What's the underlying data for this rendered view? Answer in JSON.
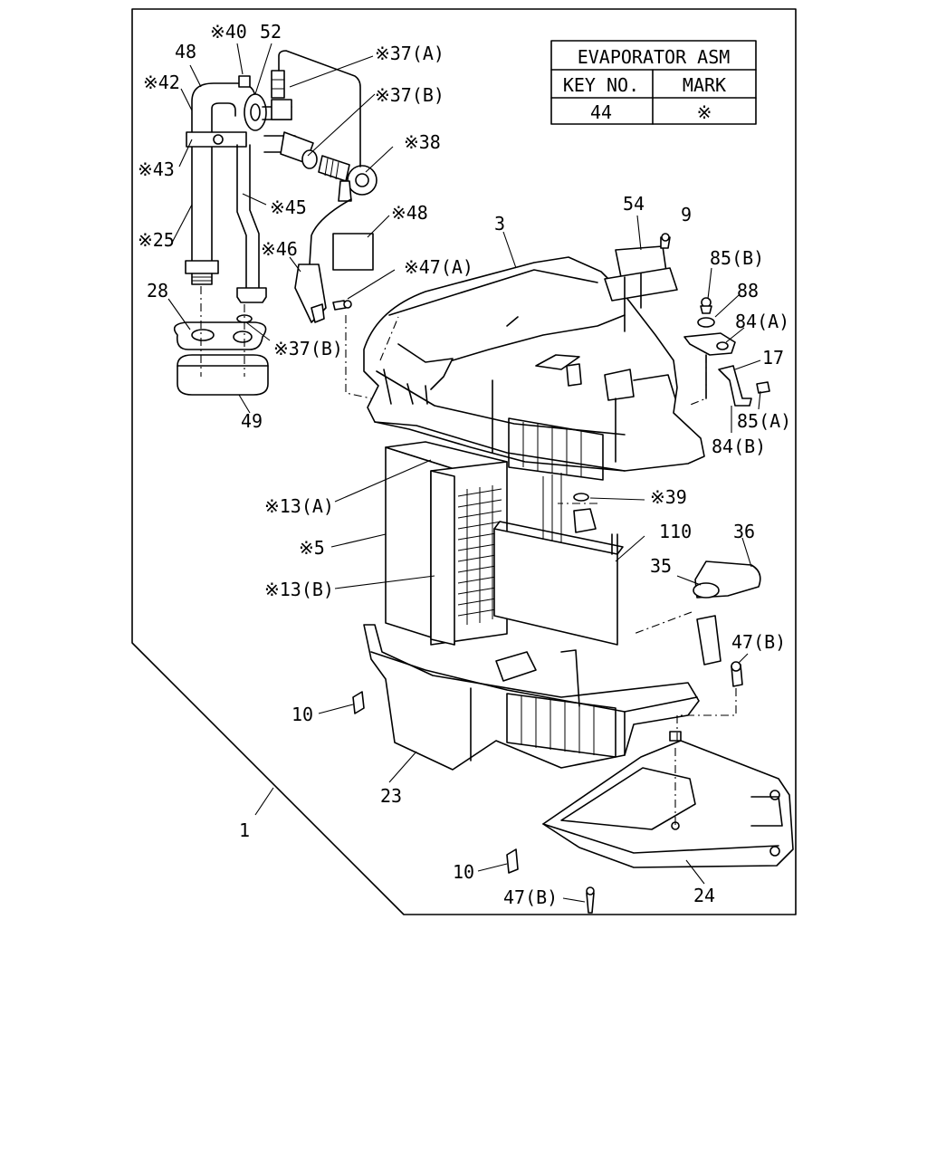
{
  "table": {
    "title": "EVAPORATOR ASM",
    "col_key": "KEY NO.",
    "col_mark": "MARK",
    "key_no": "44",
    "mark": "※"
  },
  "callouts": [
    {
      "id": "c40",
      "text": "※40"
    },
    {
      "id": "c52",
      "text": "52"
    },
    {
      "id": "c37a",
      "text": "※37(A)"
    },
    {
      "id": "c48top",
      "text": "48"
    },
    {
      "id": "c42",
      "text": "※42"
    },
    {
      "id": "c37b_top",
      "text": "※37(B)"
    },
    {
      "id": "c38",
      "text": "※38"
    },
    {
      "id": "c43",
      "text": "※43"
    },
    {
      "id": "c45",
      "text": "※45"
    },
    {
      "id": "c48mid",
      "text": "※48"
    },
    {
      "id": "c3",
      "text": "3"
    },
    {
      "id": "c54",
      "text": "54"
    },
    {
      "id": "c9",
      "text": "9"
    },
    {
      "id": "c25",
      "text": "※25"
    },
    {
      "id": "c46",
      "text": "※46"
    },
    {
      "id": "c47a",
      "text": "※47(A)"
    },
    {
      "id": "c85b",
      "text": "85(B)"
    },
    {
      "id": "c28",
      "text": "28"
    },
    {
      "id": "c88",
      "text": "88"
    },
    {
      "id": "c37b_low",
      "text": "※37(B)"
    },
    {
      "id": "c84a",
      "text": "84(A)"
    },
    {
      "id": "c17",
      "text": "17"
    },
    {
      "id": "c49",
      "text": "49"
    },
    {
      "id": "c85a",
      "text": "85(A)"
    },
    {
      "id": "c84b",
      "text": "84(B)"
    },
    {
      "id": "c39",
      "text": "※39"
    },
    {
      "id": "c13a",
      "text": "※13(A)"
    },
    {
      "id": "c110",
      "text": "110"
    },
    {
      "id": "c36",
      "text": "36"
    },
    {
      "id": "c5",
      "text": "※5"
    },
    {
      "id": "c35",
      "text": "35"
    },
    {
      "id": "c13b",
      "text": "※13(B)"
    },
    {
      "id": "c47b_r",
      "text": "47(B)"
    },
    {
      "id": "c10_top",
      "text": "10"
    },
    {
      "id": "c23",
      "text": "23"
    },
    {
      "id": "c1",
      "text": "1"
    },
    {
      "id": "c10_low",
      "text": "10"
    },
    {
      "id": "c24",
      "text": "24"
    },
    {
      "id": "c47b_low",
      "text": "47(B)"
    }
  ]
}
